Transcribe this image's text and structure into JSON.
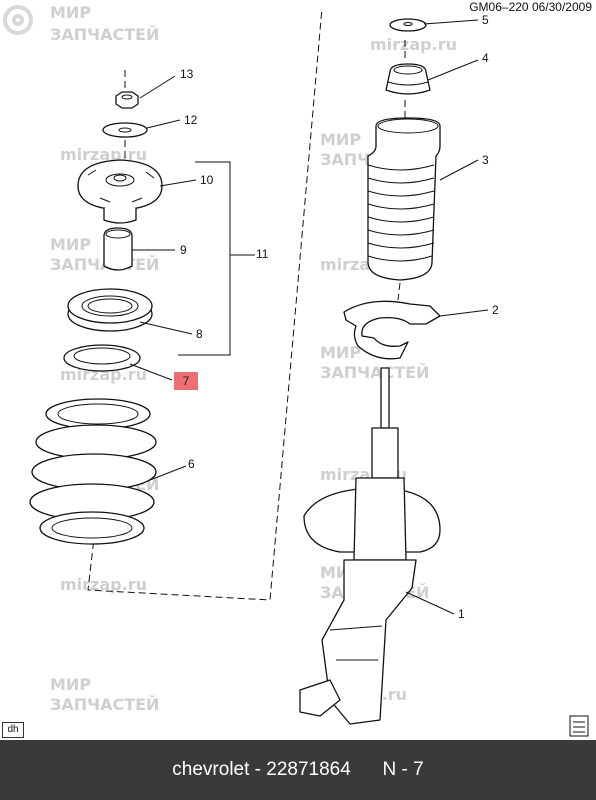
{
  "header": {
    "code": "GM06–220",
    "date": "06/30/2009"
  },
  "watermark": {
    "line1": "МИР",
    "line2": "ЗАПЧАСТЕЙ",
    "domain": "mirzap.ru"
  },
  "callouts": [
    "1",
    "2",
    "3",
    "4",
    "5",
    "6",
    "7",
    "8",
    "9",
    "10",
    "11",
    "12",
    "13"
  ],
  "highlighted_callout": "7",
  "corner_label": "dh",
  "footer": {
    "text": "chevrolet - 22871864",
    "ref": "N - 7"
  },
  "colors": {
    "highlight": "#ee6f72",
    "footer_bg": "#3a3a3a",
    "line": "#111111",
    "watermark": "#cfcfcf"
  }
}
